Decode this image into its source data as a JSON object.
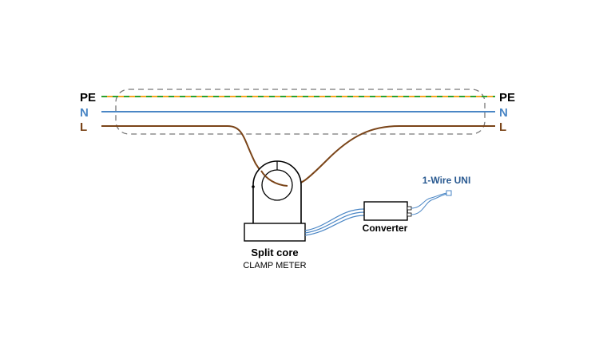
{
  "wires": {
    "pe": {
      "label": "PE",
      "label_color": "#000000",
      "color_a": "#f5a623",
      "color_b": "#2ca02c"
    },
    "n": {
      "label": "N",
      "label_color": "#4a86c5",
      "color": "#4a86c5"
    },
    "l": {
      "label": "L",
      "label_color": "#7a4418",
      "color": "#7a4418"
    }
  },
  "clamp": {
    "title": "Split core",
    "subtitle": "CLAMP METER"
  },
  "converter": {
    "label": "Converter"
  },
  "onewire": {
    "label": "1-Wire UNI",
    "color": "#2b5b92"
  },
  "cable": {
    "color": "#4a86c5"
  }
}
